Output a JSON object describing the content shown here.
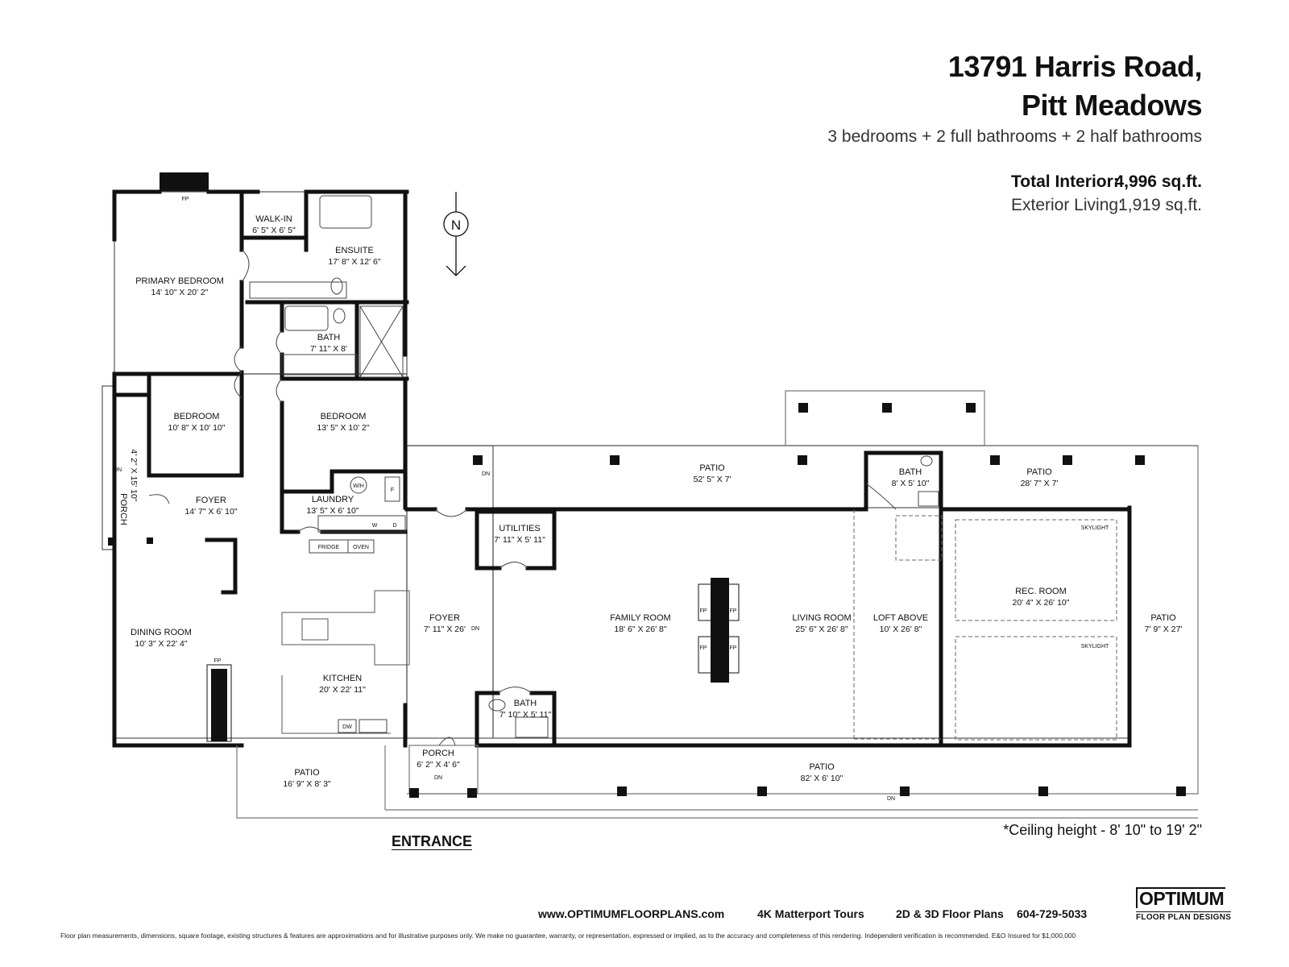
{
  "header": {
    "address_line1": "13791 Harris Road,",
    "address_line2": "Pitt Meadows",
    "summary": "3 bedrooms + 2 full bathrooms + 2 half bathrooms",
    "total_interior_label": "Total Interior:",
    "total_interior_value": "4,996 sq.ft.",
    "exterior_living_label": "Exterior Living:",
    "exterior_living_value": "1,919 sq.ft."
  },
  "compass": {
    "letter": "N"
  },
  "rooms": {
    "primary_bedroom": {
      "name": "PRIMARY BEDROOM",
      "dim": "14' 10\" X 20' 2\""
    },
    "walk_in": {
      "name": "WALK-IN",
      "dim": "6' 5\" X 6' 5\""
    },
    "ensuite": {
      "name": "ENSUITE",
      "dim": "17' 8\" X 12' 6\""
    },
    "bath_main": {
      "name": "BATH",
      "dim": "7' 11\" X 8'"
    },
    "bedroom_1": {
      "name": "BEDROOM",
      "dim": "10' 8\" X 10' 10\""
    },
    "bedroom_2": {
      "name": "BEDROOM",
      "dim": "13' 5\" X 10' 2\""
    },
    "porch_side": {
      "name": "PORCH",
      "dim": "4' 2\" X 15' 10\""
    },
    "foyer_1": {
      "name": "FOYER",
      "dim": "14' 7\" X 6' 10\""
    },
    "laundry": {
      "name": "LAUNDRY",
      "dim": "13' 5\" X 6' 10\""
    },
    "dining_room": {
      "name": "DINING ROOM",
      "dim": "10' 3\" X 22' 4\""
    },
    "kitchen": {
      "name": "KITCHEN",
      "dim": "20' X 22' 11\""
    },
    "foyer_2": {
      "name": "FOYER",
      "dim": "7' 11\" X 26'"
    },
    "utilities": {
      "name": "UTILITIES",
      "dim": "7' 11\" X 5' 11\""
    },
    "bath_half_1": {
      "name": "BATH",
      "dim": "7' 10\" X 5' 11\""
    },
    "family_room": {
      "name": "FAMILY ROOM",
      "dim": "18' 6\" X 26' 8\""
    },
    "living_room": {
      "name": "LIVING ROOM",
      "dim": "25' 6\" X 26' 8\""
    },
    "loft_above": {
      "name": "LOFT ABOVE",
      "dim": "10' X 26' 8\""
    },
    "rec_room": {
      "name": "REC. ROOM",
      "dim": "20' 4\" X 26' 10\""
    },
    "bath_half_2": {
      "name": "BATH",
      "dim": "8' X 5' 10\""
    },
    "patio_north_1": {
      "name": "PATIO",
      "dim": "52' 5\" X 7'"
    },
    "patio_north_2": {
      "name": "PATIO",
      "dim": "28' 7\" X 7'"
    },
    "patio_east": {
      "name": "PATIO",
      "dim": "7' 9\" X 27'"
    },
    "patio_south": {
      "name": "PATIO",
      "dim": "82' X 6' 10\""
    },
    "patio_sw": {
      "name": "PATIO",
      "dim": "16' 9\" X 8' 3\""
    },
    "porch_entry": {
      "name": "PORCH",
      "dim": "6' 2\" X 4' 6\""
    }
  },
  "fixtures": {
    "fp": "FP",
    "dn": "DN",
    "wh": "W/H",
    "f": "F",
    "w": "W",
    "d": "D",
    "fridge": "FRIDGE",
    "oven": "OVEN",
    "dw": "DW",
    "skylight": "SKYLIGHT"
  },
  "notes": {
    "ceiling": "*Ceiling height - 8' 10\" to 19' 2\"",
    "entrance": "ENTRANCE"
  },
  "footer": {
    "website": "www.OPTIMUMFLOORPLANS.com",
    "service1": "4K Matterport Tours",
    "service2": "2D & 3D Floor Plans",
    "phone": "604-729-5033",
    "logo_main": "OPTIMUM",
    "logo_sub": "FLOOR PLAN DESIGNS",
    "disclaimer": "Floor plan measurements, dimensions, square footage, existing structures & features are approximations and for illustrative purposes only. We make no guarantee, warranty, or representation, expressed or implied, as to the accuracy and completeness of this rendering. Independent verification is recommended. E&O Insured for $1,000,000"
  }
}
